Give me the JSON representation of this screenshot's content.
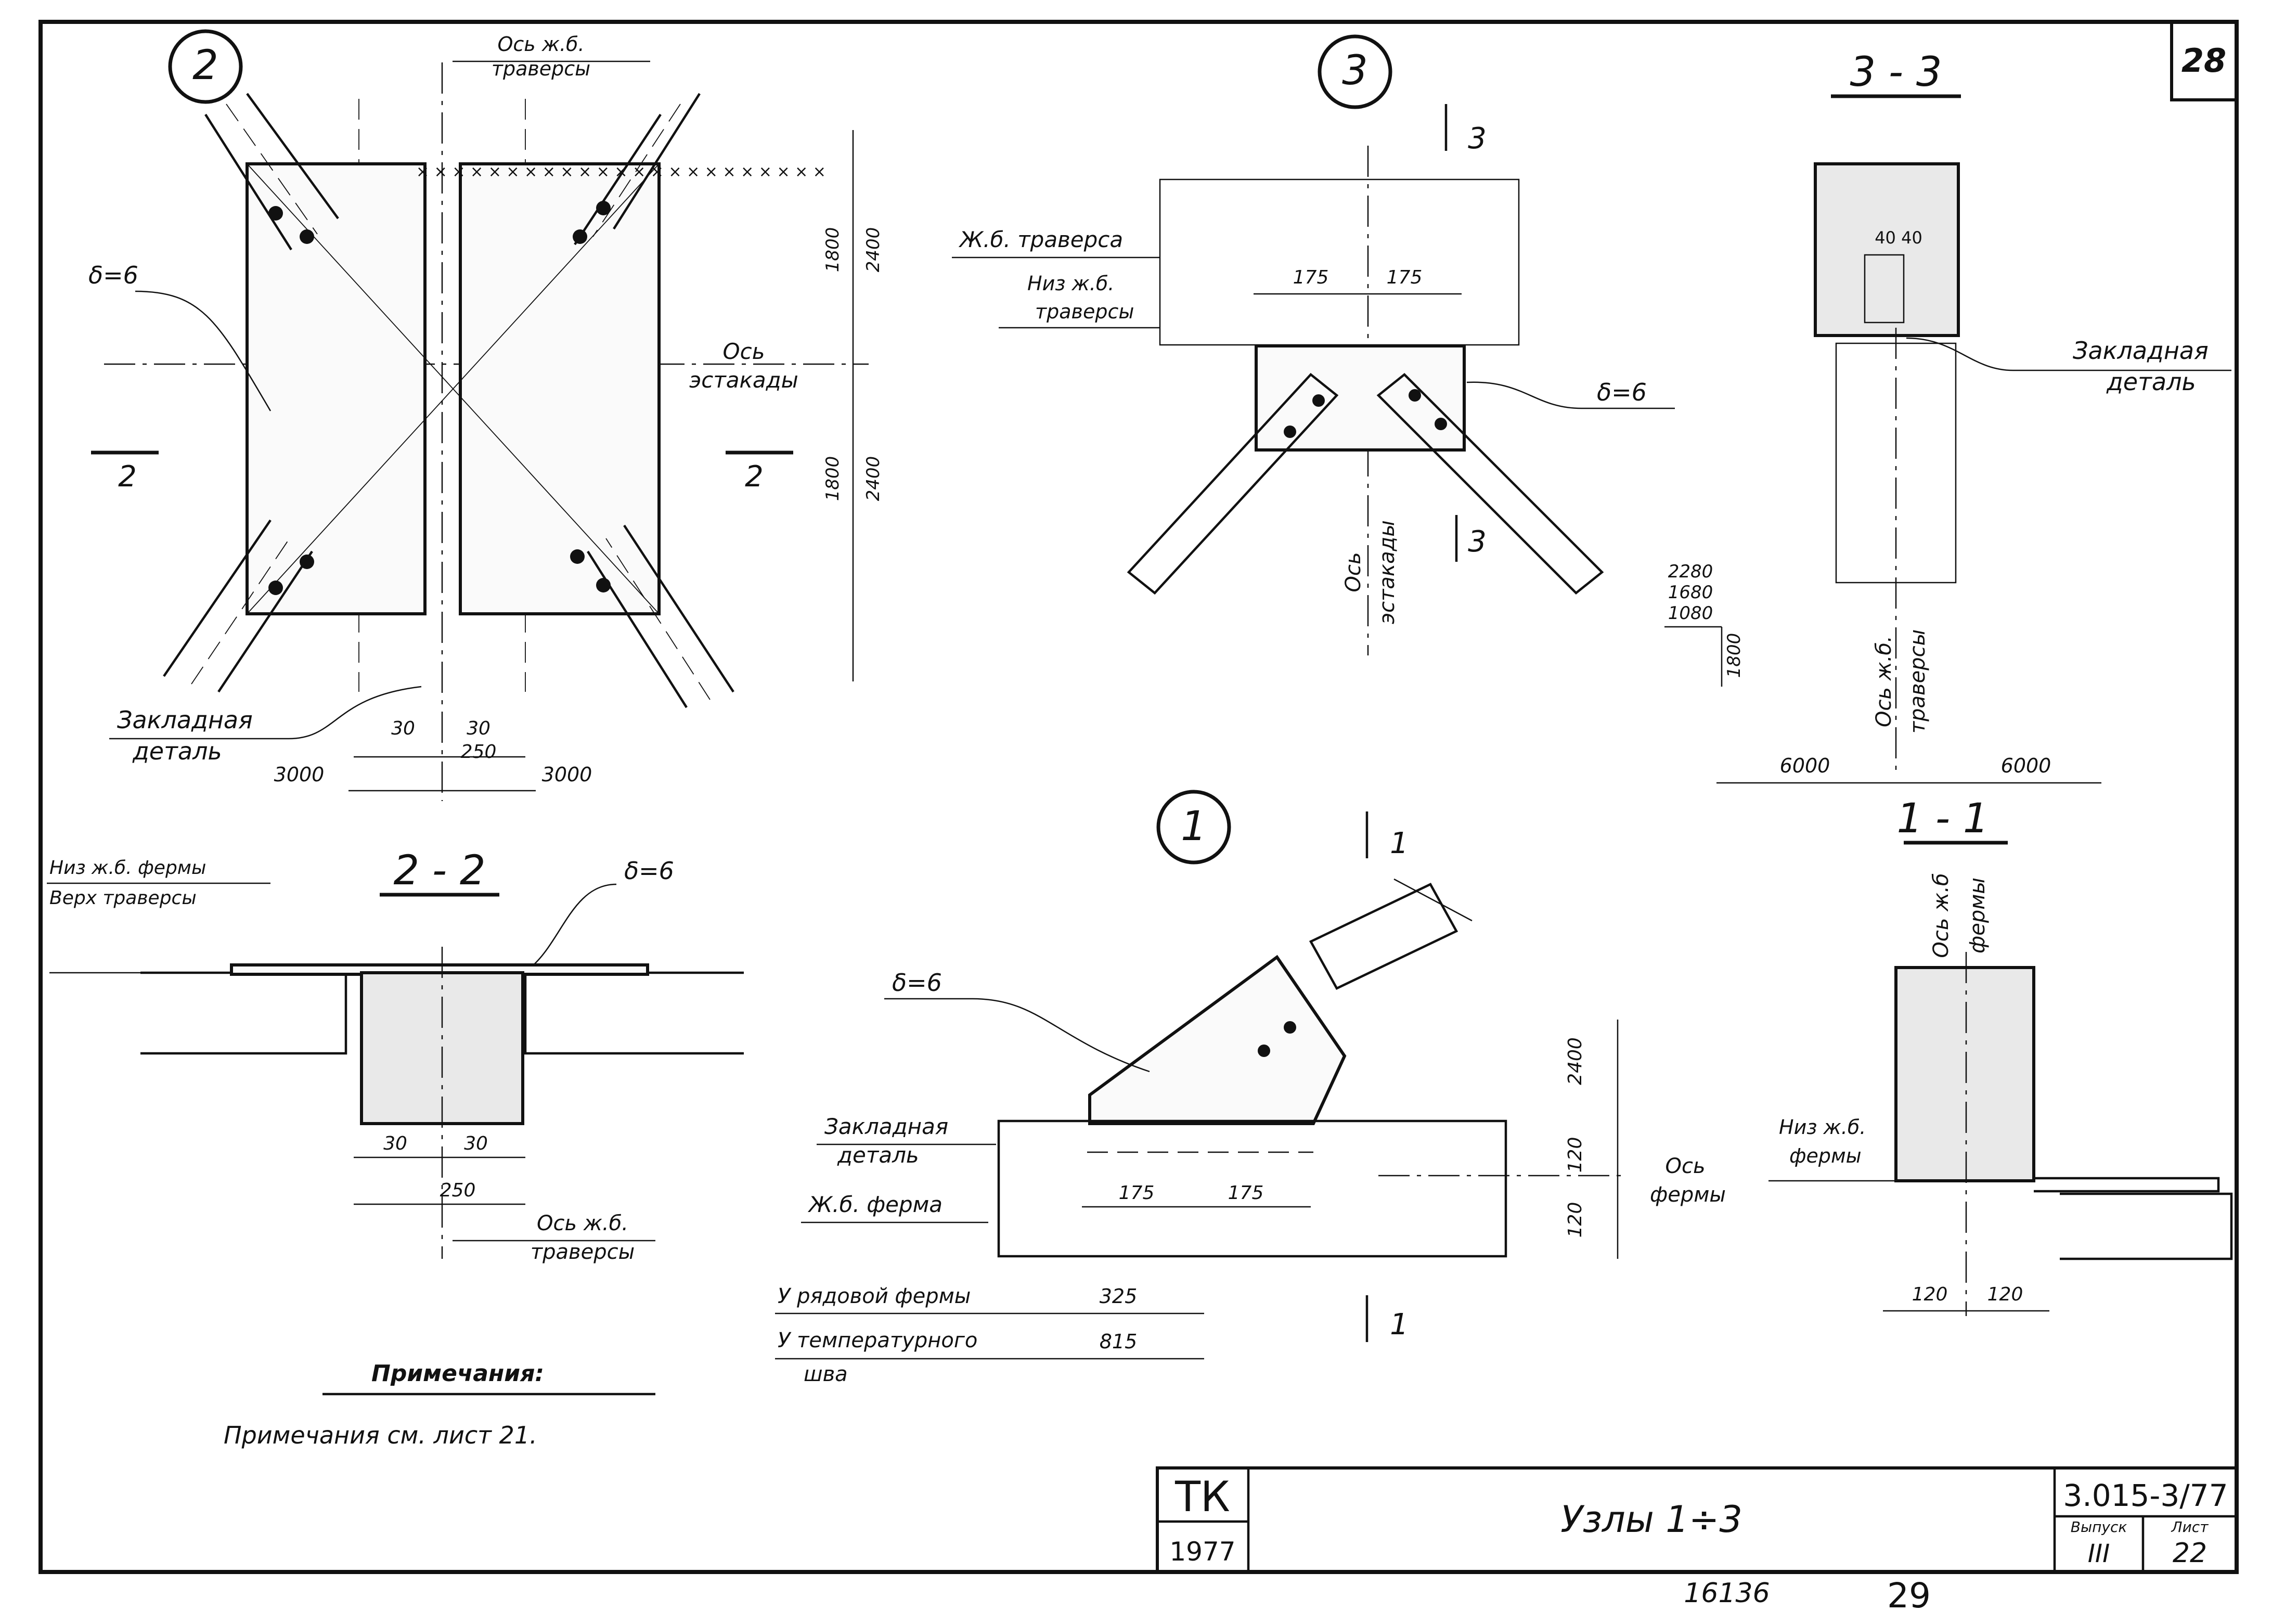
{
  "sheet": {
    "page_number": "28"
  },
  "node2": {
    "number": "2",
    "traverse_axis_l1": "Ось ж.б.",
    "traverse_axis_l2": "траверсы",
    "plate_thickness": "δ=6",
    "overpass_axis_l1": "Ось",
    "overpass_axis_l2": "эстакады",
    "section_mark": "2",
    "dim_upper_a": "1800",
    "dim_upper_b": "2400",
    "dim_lower_a": "1800",
    "dim_lower_b": "2400",
    "embedded_l1": "Закладная",
    "embedded_l2": "деталь",
    "dim_30": "30",
    "dim_250": "250",
    "dim_3000": "3000"
  },
  "section22": {
    "title": "2 - 2",
    "truss_bottom": "Низ ж.б. фермы",
    "traverse_top": "Верх траверсы",
    "plate_thickness": "δ=6",
    "dim_30": "30",
    "dim_250": "250",
    "axis_l1": "Ось ж.б.",
    "axis_l2": "траверсы"
  },
  "node3": {
    "number": "3",
    "section_mark": "3",
    "rc_traverse": "Ж.б. траверса",
    "bottom_l1": "Низ ж.б.",
    "bottom_l2": "траверсы",
    "dim_175": "175",
    "plate_thickness": "δ=6",
    "overpass_axis_l1": "Ось",
    "overpass_axis_l2": "эстакады",
    "slope_1": "2280",
    "slope_2": "1680",
    "slope_3": "1080",
    "slope_base": "1800"
  },
  "section33": {
    "title": "3 - 3",
    "dim_40": "40 40",
    "embedded_l1": "Закладная",
    "embedded_l2": "деталь",
    "axis_l1": "Ось ж.б.",
    "axis_l2": "траверсы",
    "dim_6000": "6000"
  },
  "node1": {
    "number": "1",
    "section_mark": "1",
    "plate_thickness": "δ=6",
    "embedded_l1": "Закладная",
    "embedded_l2": "деталь",
    "rc_truss": "Ж.б. ферма",
    "dim_175": "175",
    "dim_2400": "2400",
    "dim_120": "120",
    "truss_axis_l1": "Ось",
    "truss_axis_l2": "фермы",
    "ordinary_truss": "У рядовой фермы",
    "dim_325": "325",
    "temp_joint_l1": "У температурного",
    "temp_joint_l2": "шва",
    "dim_815": "815"
  },
  "section11": {
    "title": "1 - 1",
    "axis_l1": "Ось ж.б",
    "axis_l2": "фермы",
    "truss_bottom_l1": "Низ ж.б.",
    "truss_bottom_l2": "фермы",
    "dim_120": "120"
  },
  "notes": {
    "title": "Примечания:",
    "text": "Примечания см. лист 21."
  },
  "title_block": {
    "org": "ТК",
    "year": "1977",
    "title": "Узлы 1÷3",
    "series": "3.015-3/77",
    "issue_caption": "Выпуск",
    "issue": "III",
    "sheet_caption": "Лист",
    "sheet": "22"
  },
  "footer": {
    "archive_number": "16136",
    "page": "29"
  }
}
